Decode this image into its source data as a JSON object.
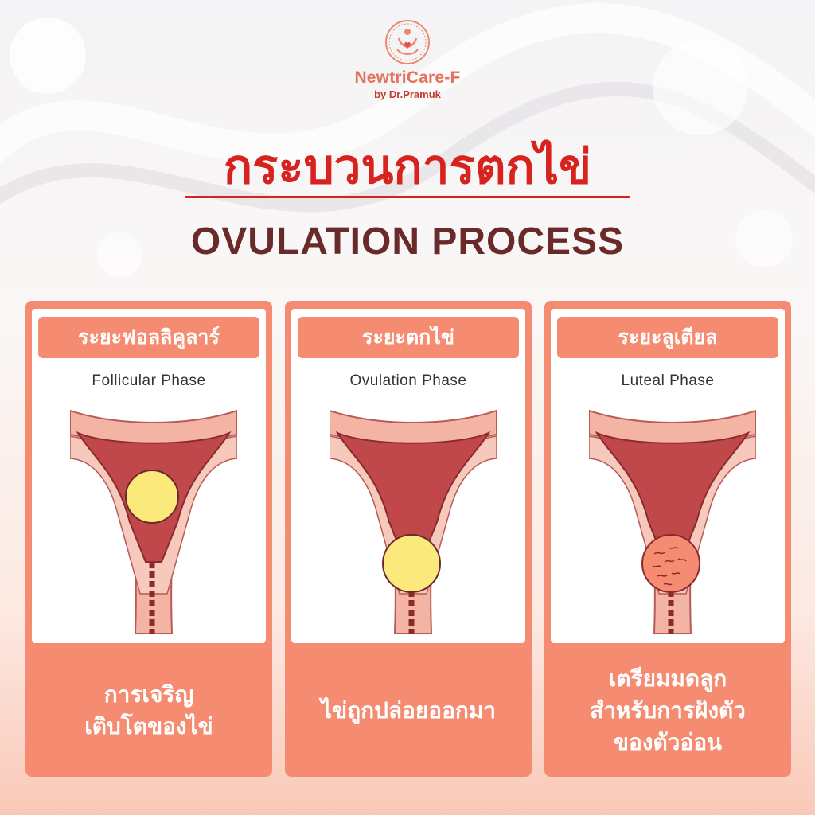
{
  "brand": {
    "name": "NewtriCare-F",
    "tagline": "by Dr.Pramuk"
  },
  "title": {
    "thai": "กระบวนการตกไข่",
    "english": "OVULATION PROCESS"
  },
  "colors": {
    "accent": "#f58c72",
    "title_red": "#d7221d",
    "title_brown": "#6b2a2a",
    "egg": "#fbe97c",
    "uterus": "#c0474a"
  },
  "phases": [
    {
      "thai": "ระยะฟอลลิคูลาร์",
      "english": "Follicular Phase",
      "desc": [
        "การเจริญ",
        "เติบโตของไข่"
      ],
      "egg": "yellow-egg-in-uterus"
    },
    {
      "thai": "ระยะตกไข่",
      "english": "Ovulation Phase",
      "desc": [
        "ไข่ถูกปล่อยออกมา"
      ],
      "egg": "yellow-egg-at-cervix"
    },
    {
      "thai": "ระยะลูเตียล",
      "english": "Luteal Phase",
      "desc": [
        "เตรียมมดลูก",
        "สำหรับการฝังตัว",
        "ของตัวอ่อน"
      ],
      "egg": "corpus-luteum-at-cervix"
    }
  ]
}
